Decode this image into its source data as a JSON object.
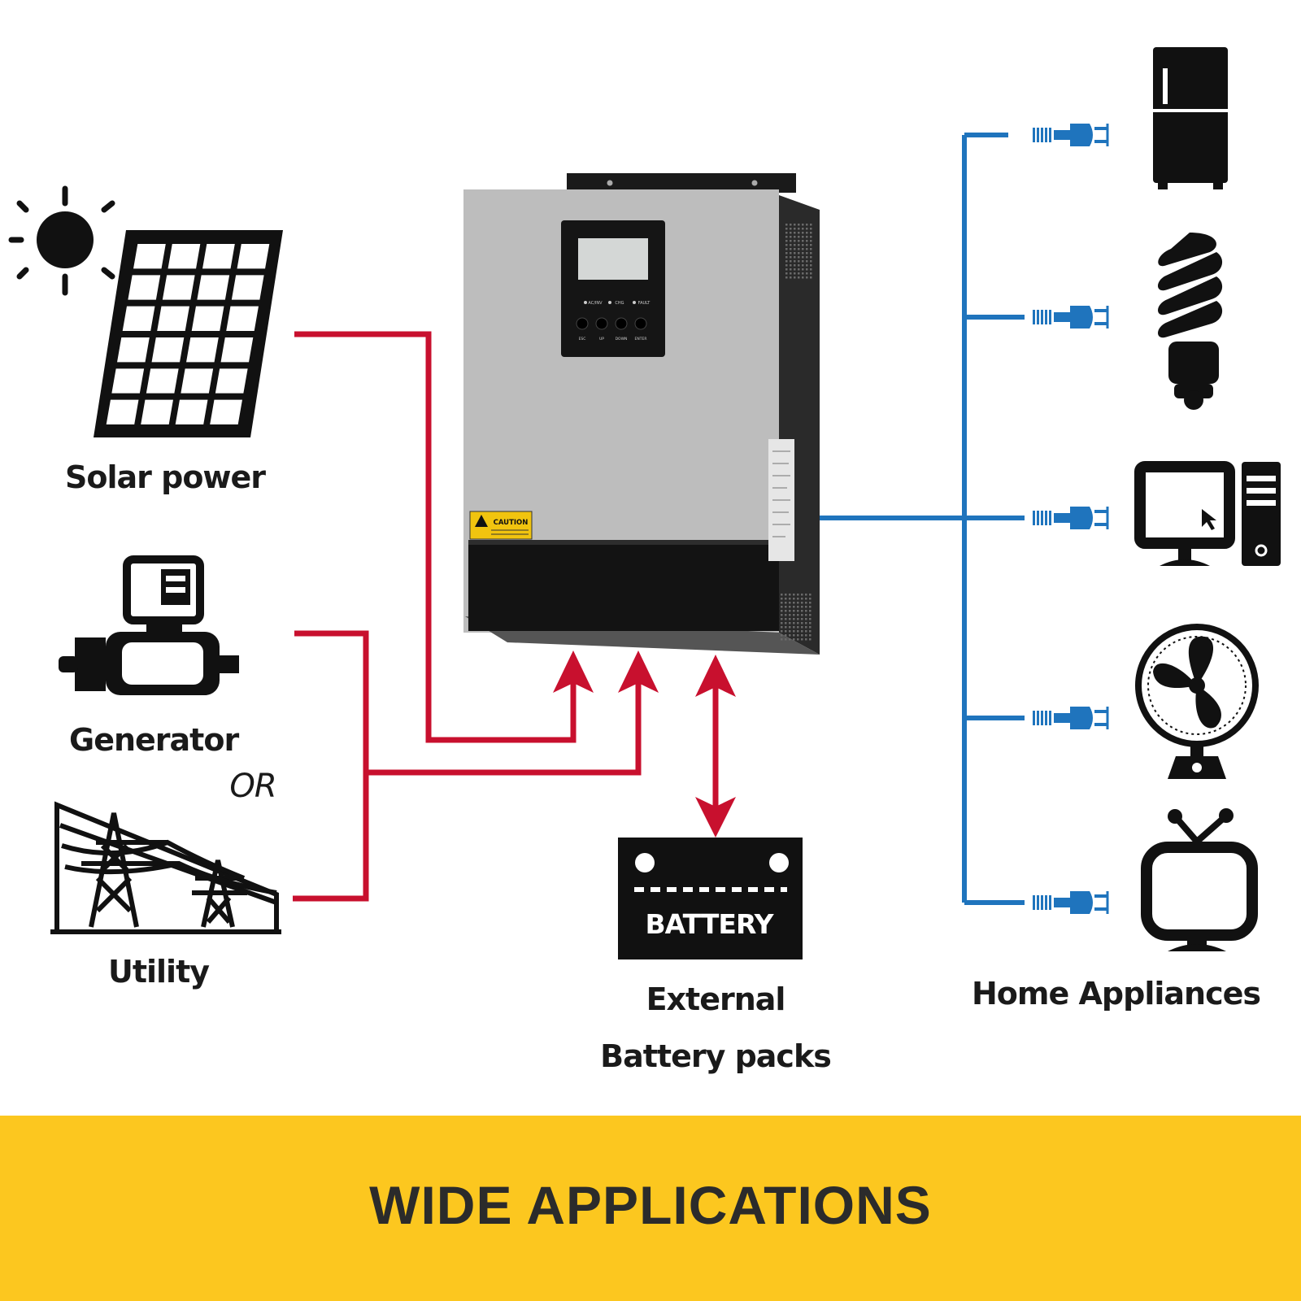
{
  "sources": {
    "solar_label": "Solar power",
    "generator_label": "Generator",
    "or_label": "OR",
    "utility_label": "Utility"
  },
  "battery": {
    "icon_text": "BATTERY",
    "label_line1": "External",
    "label_line2": "Battery packs"
  },
  "inverter": {
    "panel": {
      "indicators": [
        "AC/INV",
        "CHG",
        "FAULT"
      ],
      "buttons": [
        "ESC",
        "UP",
        "DOWN",
        "ENTER"
      ]
    },
    "caution_label": "CAUTION"
  },
  "loads": {
    "label": "Home Appliances",
    "items": [
      "fridge-icon",
      "bulb-icon",
      "computer-icon",
      "fan-icon",
      "tv-icon"
    ]
  },
  "banner": {
    "title": "WIDE APPLICATIONS",
    "background": "#fcc71f"
  },
  "colors": {
    "input_line": "#c8102e",
    "output_line": "#1f74bd"
  }
}
